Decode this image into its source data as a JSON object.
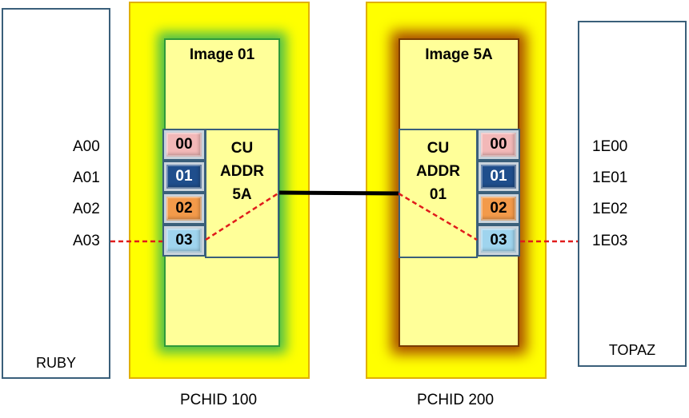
{
  "left_system": {
    "name": "RUBY",
    "devices": [
      "A00",
      "A01",
      "A02",
      "A03"
    ]
  },
  "right_system": {
    "name": "TOPAZ",
    "devices": [
      "1E00",
      "1E01",
      "1E02",
      "1E03"
    ]
  },
  "left_pchid": {
    "label": "PCHID 100",
    "image_title": "Image 01",
    "cu_lines": [
      "CU",
      "ADDR",
      "5A"
    ],
    "units": [
      "00",
      "01",
      "02",
      "03"
    ]
  },
  "right_pchid": {
    "label": "PCHID 200",
    "image_title": "Image 5A",
    "cu_lines": [
      "CU",
      "ADDR",
      "01"
    ],
    "units": [
      "00",
      "01",
      "02",
      "03"
    ]
  },
  "colors": {
    "unit_00": "#f2b8b8",
    "unit_01": "#1f4e8c",
    "unit_02": "#f39a4a",
    "unit_03": "#9fd4ee",
    "dashed_path": "#e01b1b",
    "link": "#000000"
  }
}
